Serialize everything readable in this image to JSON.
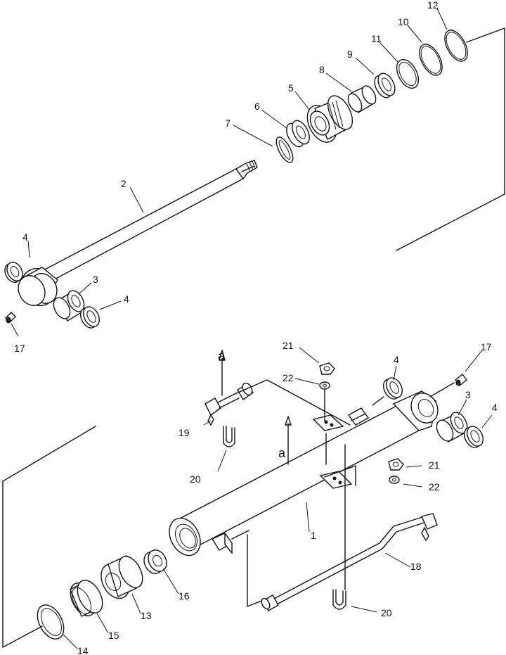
{
  "labels": {
    "p1": "1",
    "p2": "2",
    "p3a": "3",
    "p3b": "3",
    "p4a": "4",
    "p4b": "4",
    "p4c": "4",
    "p4d": "4",
    "p5": "5",
    "p6": "6",
    "p7": "7",
    "p8": "8",
    "p9": "9",
    "p10": "10",
    "p11": "11",
    "p12": "12",
    "p13": "13",
    "p14": "14",
    "p15": "15",
    "p16": "16",
    "p17a": "17",
    "p17b": "17",
    "p18": "18",
    "p19": "19",
    "p20a": "20",
    "p20b": "20",
    "p21a": "21",
    "p21b": "21",
    "p22a": "22",
    "p22b": "22",
    "view_a1": "a",
    "view_a2": "a"
  }
}
